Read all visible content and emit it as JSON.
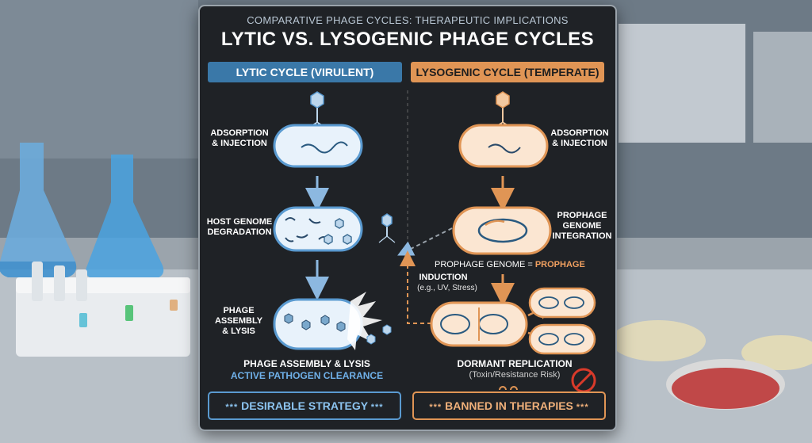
{
  "supertitle": "COMPARATIVE PHAGE CYCLES: THERAPEUTIC IMPLICATIONS",
  "title": "LYTIC VS. LYSOGENIC PHAGE CYCLES",
  "lytic": {
    "header": "LYTIC CYCLE (VIRULENT)",
    "step1": "ADSORPTION\n& INJECTION",
    "step2": "HOST GENOME\nDEGRADATION",
    "step3": "PHAGE\nASSEMBLY\n& LYSIS",
    "caption": "PHAGE ASSEMBLY & LYSIS",
    "caption2": "ACTIVE PATHOGEN CLEARANCE",
    "box": "DESIRABLE STRATEGY",
    "box_stars": "***"
  },
  "lysogenic": {
    "header": "LYSOGENIC CYCLE (TEMPERATE)",
    "step1": "ADSORPTION\n& INJECTION",
    "step2": "PROPHAGE\nGENOME\nINTEGRATION",
    "prophage_label": "PROPHAGE GENOME = ",
    "prophage_highlight": "PROPHAGE",
    "induction": "INDUCTION",
    "induction_note": "(e.g., UV, Stress)",
    "caption": "DORMANT REPLICATION",
    "caption2": "(Toxin/Resistance Risk)",
    "box": "BANNED IN THERAPIES",
    "box_stars": "***"
  },
  "colors": {
    "lytic": "#5a9ad0",
    "lysogenic": "#e09555",
    "ban": "#d83a2a"
  }
}
